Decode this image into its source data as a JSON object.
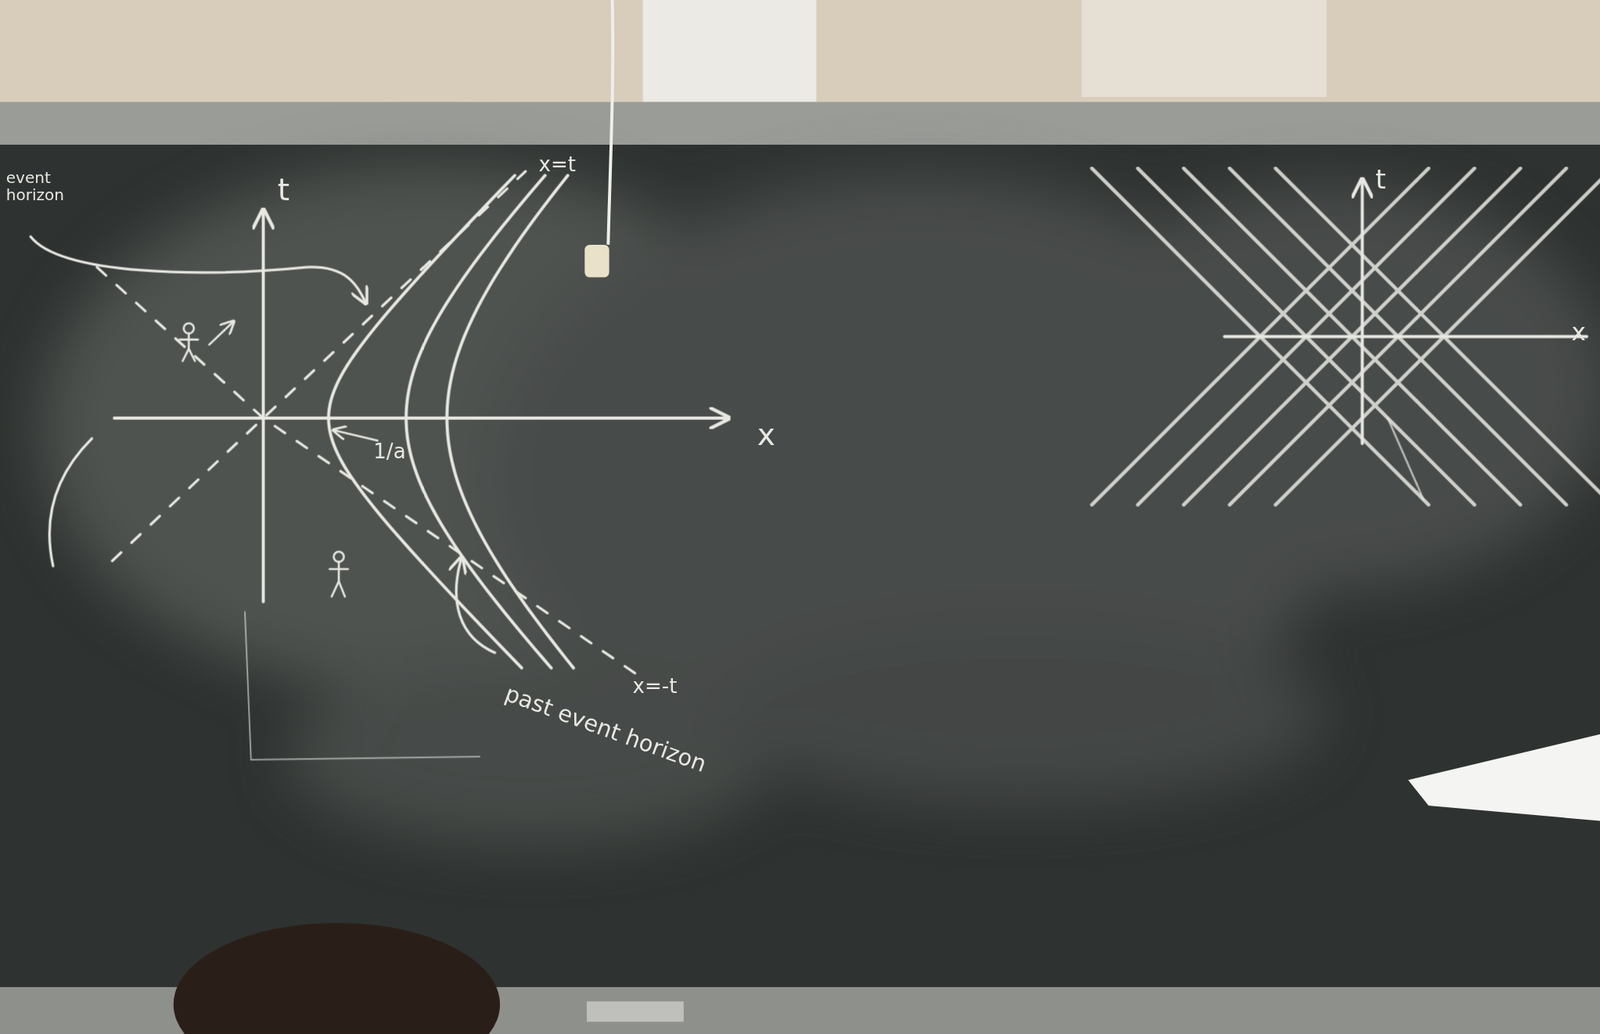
{
  "diagram": {
    "labels": [
      "event horizon",
      "t",
      "x",
      "x=t",
      "x=-t",
      "1/a",
      "past event horizon",
      "t",
      "x"
    ]
  }
}
